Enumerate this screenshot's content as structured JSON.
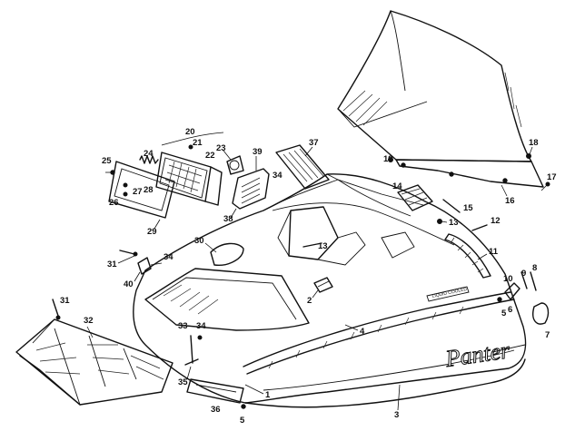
{
  "brand_text": "Panter",
  "hood_badge_text": "LIQUID COOLED",
  "callouts": [
    {
      "label": "1"
    },
    {
      "label": "2"
    },
    {
      "label": "3"
    },
    {
      "label": "4"
    },
    {
      "label": "5"
    },
    {
      "label": "5"
    },
    {
      "label": "6"
    },
    {
      "label": "7"
    },
    {
      "label": "8"
    },
    {
      "label": "9"
    },
    {
      "label": "10"
    },
    {
      "label": "11"
    },
    {
      "label": "12"
    },
    {
      "label": "13"
    },
    {
      "label": "13"
    },
    {
      "label": "14"
    },
    {
      "label": "15"
    },
    {
      "label": "16"
    },
    {
      "label": "17"
    },
    {
      "label": "18"
    },
    {
      "label": "19"
    },
    {
      "label": "20"
    },
    {
      "label": "21"
    },
    {
      "label": "22"
    },
    {
      "label": "23"
    },
    {
      "label": "24"
    },
    {
      "label": "25"
    },
    {
      "label": "26"
    },
    {
      "label": "27"
    },
    {
      "label": "28"
    },
    {
      "label": "29"
    },
    {
      "label": "30"
    },
    {
      "label": "31"
    },
    {
      "label": "31"
    },
    {
      "label": "32"
    },
    {
      "label": "33"
    },
    {
      "label": "34"
    },
    {
      "label": "34"
    },
    {
      "label": "34"
    },
    {
      "label": "35"
    },
    {
      "label": "36"
    },
    {
      "label": "37"
    },
    {
      "label": "38"
    },
    {
      "label": "39"
    },
    {
      "label": "40"
    }
  ]
}
